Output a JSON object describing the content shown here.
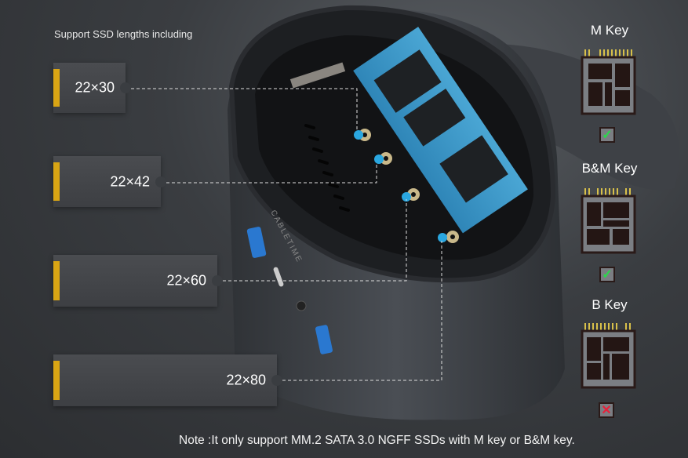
{
  "caption": "Support SSD lengths including",
  "lengths": [
    "22×30",
    "22×42",
    "22×60",
    "22×80"
  ],
  "brand": "CABLETIME",
  "keys": [
    {
      "label": "M Key",
      "supported": true,
      "mark": "✓"
    },
    {
      "label": "B&M Key",
      "supported": true,
      "mark": "✓"
    },
    {
      "label": "B Key",
      "supported": false,
      "mark": "✕"
    }
  ],
  "note": "Note :It only support MM.2 SATA 3.0 NGFF SSDs with M key or B&M key.",
  "colors": {
    "gold": "#d9a514",
    "check": "#2bd94a",
    "cross": "#e8203a",
    "screw_highlight": "#2aa7e0",
    "pcb": "#3a8fc0"
  }
}
